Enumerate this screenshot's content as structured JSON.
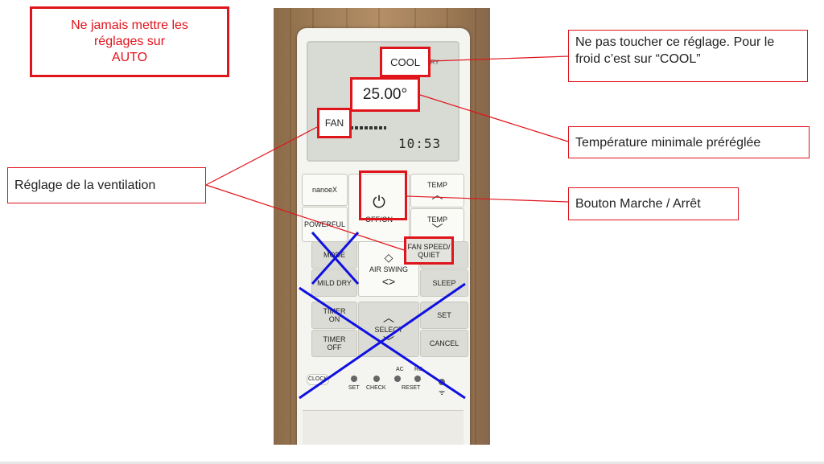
{
  "annotations": {
    "warning_auto": "Ne jamais mettre les\nréglages sur\nAUTO",
    "cool_note": "Ne pas toucher ce réglage. Pour le froid c’est sur “COOL”",
    "temp_note": "Température minimale préréglée",
    "fan_note": "Réglage de la ventilation",
    "power_note": "Bouton Marche / Arrêt"
  },
  "callouts": {
    "cool": "COOL",
    "temperature": "25.00°",
    "fan": "FAN",
    "fan_speed": "FAN SPEED/\nQUIET"
  },
  "remote": {
    "lcd_dry": "DRY",
    "lcd_time": "10:53",
    "buttons": {
      "nanoex": "nanoeX",
      "powerful": "POWERFUL",
      "power_icon": "⏻",
      "off_on": "OFF/ON",
      "temp_up_label": "TEMP",
      "temp_up_arrow": "︿",
      "temp_down_label": "TEMP",
      "temp_down_arrow": "﹀",
      "mode": "MODE",
      "mild_dry": "MILD DRY",
      "air_swing_up": "◇",
      "air_swing": "AIR SWING",
      "air_swing_lr": "<>",
      "sleep": "SLEEP",
      "timer_on": "TIMER\nON",
      "timer_off": "TIMER\nOFF",
      "select_up": "︿",
      "select": "SELECT",
      "select_down": "﹀",
      "set": "SET",
      "cancel": "CANCEL",
      "clock": "CLOCK"
    },
    "bottom_labels": {
      "set": "SET",
      "check": "CHECK",
      "ac": "AC",
      "reset": "RESET",
      "rc": "RC",
      "wifi_icon": "ᯤ"
    }
  },
  "colors": {
    "annotation_red": "#e0141b",
    "cross_blue": "#1010e0"
  }
}
